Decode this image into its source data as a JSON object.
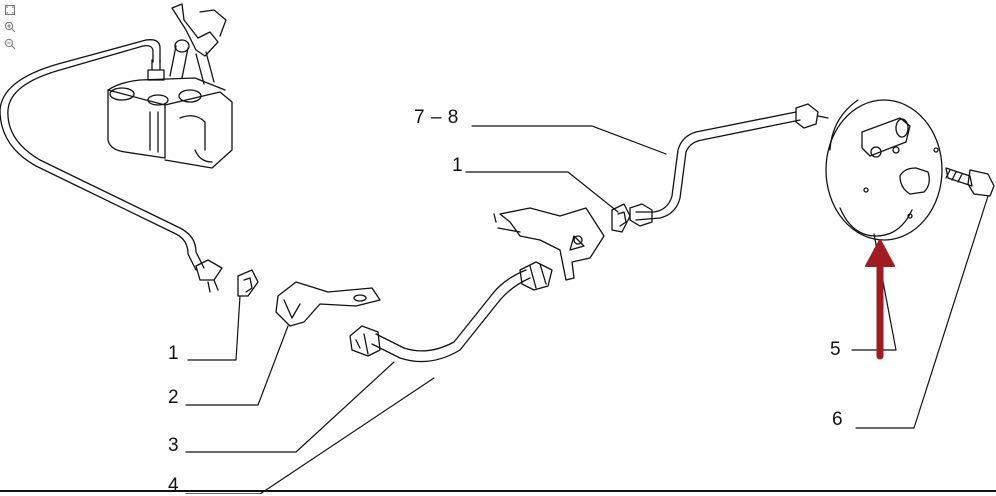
{
  "toolbar": {
    "items": [
      {
        "name": "fit-page-icon",
        "tooltip": ""
      },
      {
        "name": "zoom-in-icon",
        "tooltip": ""
      },
      {
        "name": "zoom-out-icon",
        "tooltip": ""
      }
    ]
  },
  "callouts": {
    "c1_left": "1",
    "c2": "2",
    "c3": "3",
    "c4": "4",
    "c1_center": "1",
    "c78": "7 – 8",
    "c5": "5",
    "c6": "6"
  },
  "colors": {
    "line": "#111111",
    "highlight_arrow": "#a01c22",
    "background": "#ffffff"
  }
}
